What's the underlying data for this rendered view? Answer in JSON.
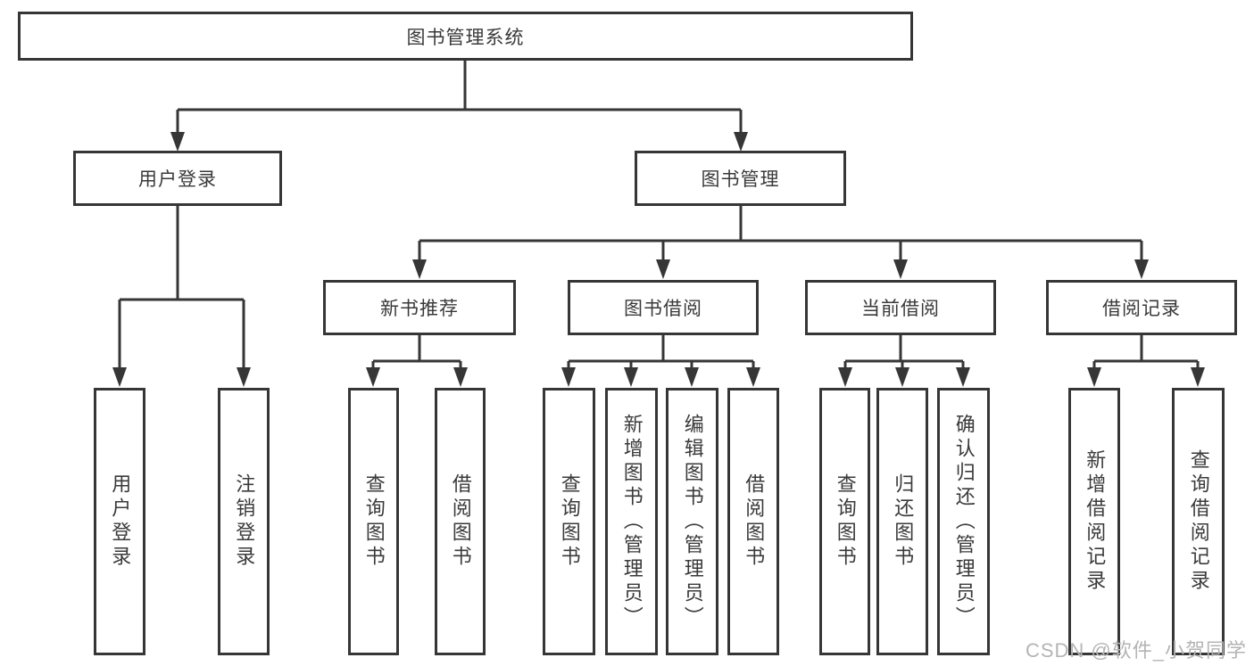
{
  "tree": {
    "root": {
      "label": "图书管理系统"
    },
    "branches": [
      {
        "label": "用户登录",
        "children": [
          {
            "label": "用户登录"
          },
          {
            "label": "注销登录"
          }
        ]
      },
      {
        "label": "图书管理",
        "children": [
          {
            "label": "新书推荐",
            "children": [
              {
                "label": "查询图书"
              },
              {
                "label": "借阅图书"
              }
            ]
          },
          {
            "label": "图书借阅",
            "children": [
              {
                "label": "查询图书"
              },
              {
                "label": "新增图书（管理员）"
              },
              {
                "label": "编辑图书（管理员）"
              },
              {
                "label": "借阅图书"
              }
            ]
          },
          {
            "label": "当前借阅",
            "children": [
              {
                "label": "查询图书"
              },
              {
                "label": "归还图书"
              },
              {
                "label": "确认归还（管理员）"
              }
            ]
          },
          {
            "label": "借阅记录",
            "children": [
              {
                "label": "新增借阅记录"
              },
              {
                "label": "查询借阅记录"
              }
            ]
          }
        ]
      }
    ]
  },
  "watermark": {
    "text": "CSDN @软件_小贺同学"
  },
  "colors": {
    "line": "#363636",
    "text": "#3a3a3a",
    "watermark": "#b4b4b4",
    "background": "#ffffff"
  }
}
